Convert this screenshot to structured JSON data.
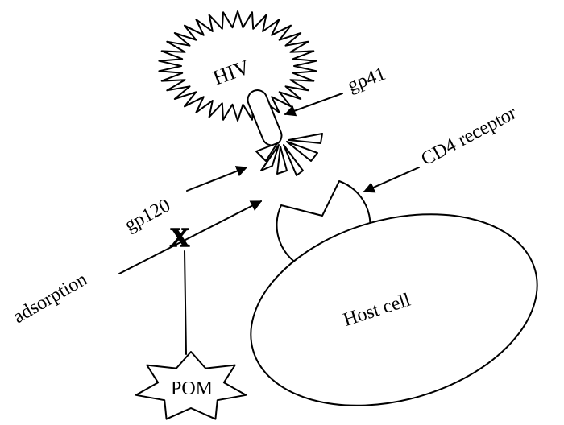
{
  "labels": {
    "hiv": "HIV",
    "gp41": "gp41",
    "cd4_receptor": "CD4 receptor",
    "gp120": "gp120",
    "adsorption": "adsorption",
    "host_cell": "Host cell",
    "pom": "POM",
    "block_mark": "X"
  },
  "colors": {
    "ink": "#000000",
    "paper": "#ffffff"
  }
}
